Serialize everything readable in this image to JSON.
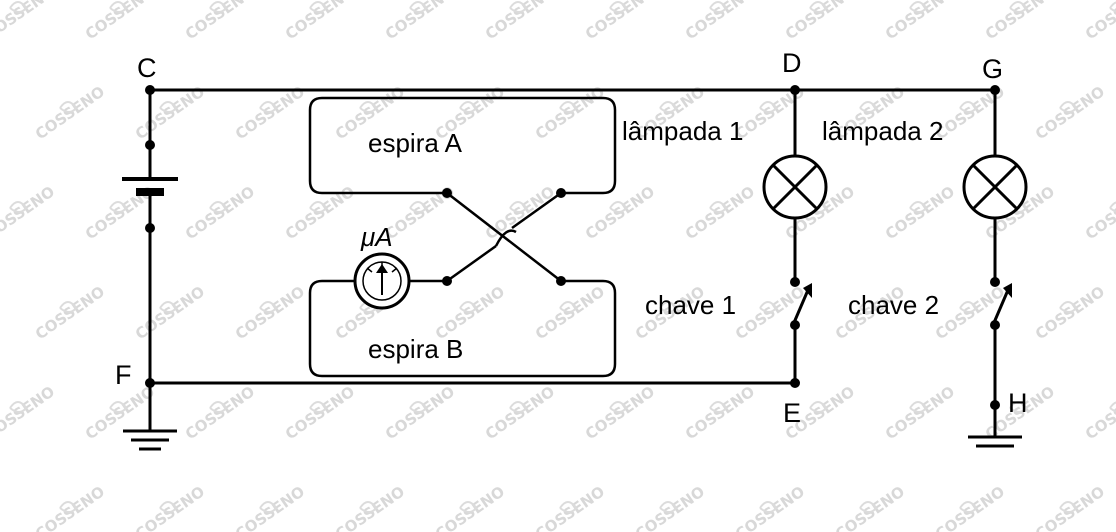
{
  "nodes": {
    "C": "C",
    "D": "D",
    "G": "G",
    "F": "F",
    "E": "E",
    "H": "H"
  },
  "components": {
    "loop_a": "espira A",
    "loop_b": "espira B",
    "ammeter": "μA",
    "lamp1": "lâmpada 1",
    "lamp2": "lâmpada 2",
    "switch1": "chave 1",
    "switch2": "chave 2"
  },
  "watermark": "COSSENO",
  "colors": {
    "line": "#000000",
    "background": "#ffffff",
    "watermark": "#d8d8d8"
  }
}
